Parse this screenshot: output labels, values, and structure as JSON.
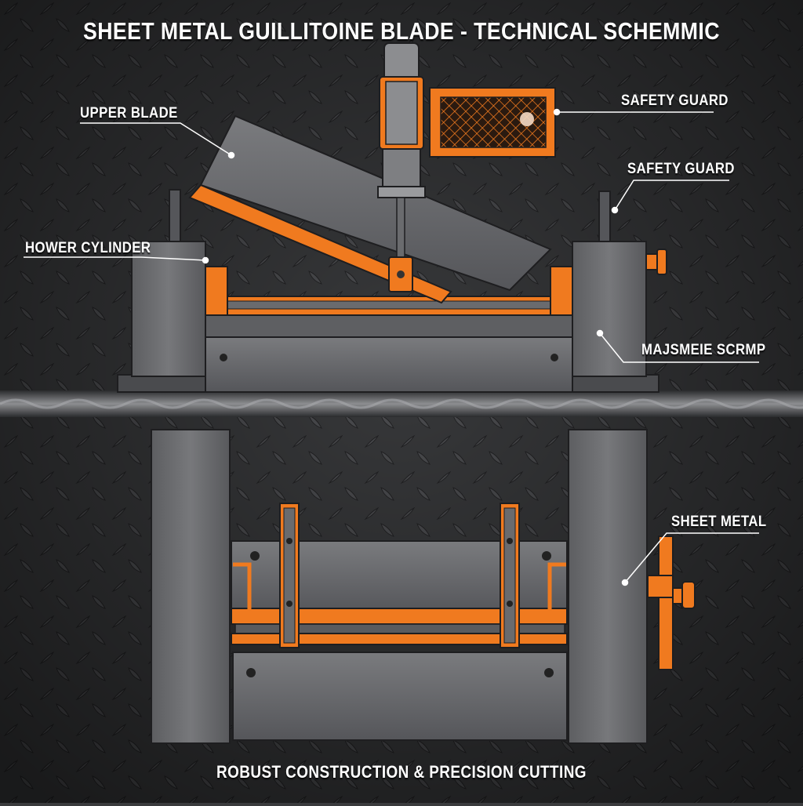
{
  "title": "SHEET METAL GUILLITOINE BLADE - TECHNICAL SCHEMMIC",
  "footer": "ROBUST CONSTRUCTION & PRECISION CUTTING",
  "callouts": {
    "upper_blade": "UPPER BLADE",
    "safety_guard_1": "SAFETY GUARD",
    "safety_guard_2": "SAFETY GUARD",
    "hower_cylinder": "HOWER CYLINDER",
    "majsmeie_scrmp": "MAJSMEIE SCRMP",
    "sheet_metal": "SHEET METAL"
  },
  "colors": {
    "accent": "#f07a1f",
    "steel": "#6e6f72",
    "steel_dark": "#3c3d40",
    "plate": "#2f3033",
    "text": "#ffffff"
  }
}
